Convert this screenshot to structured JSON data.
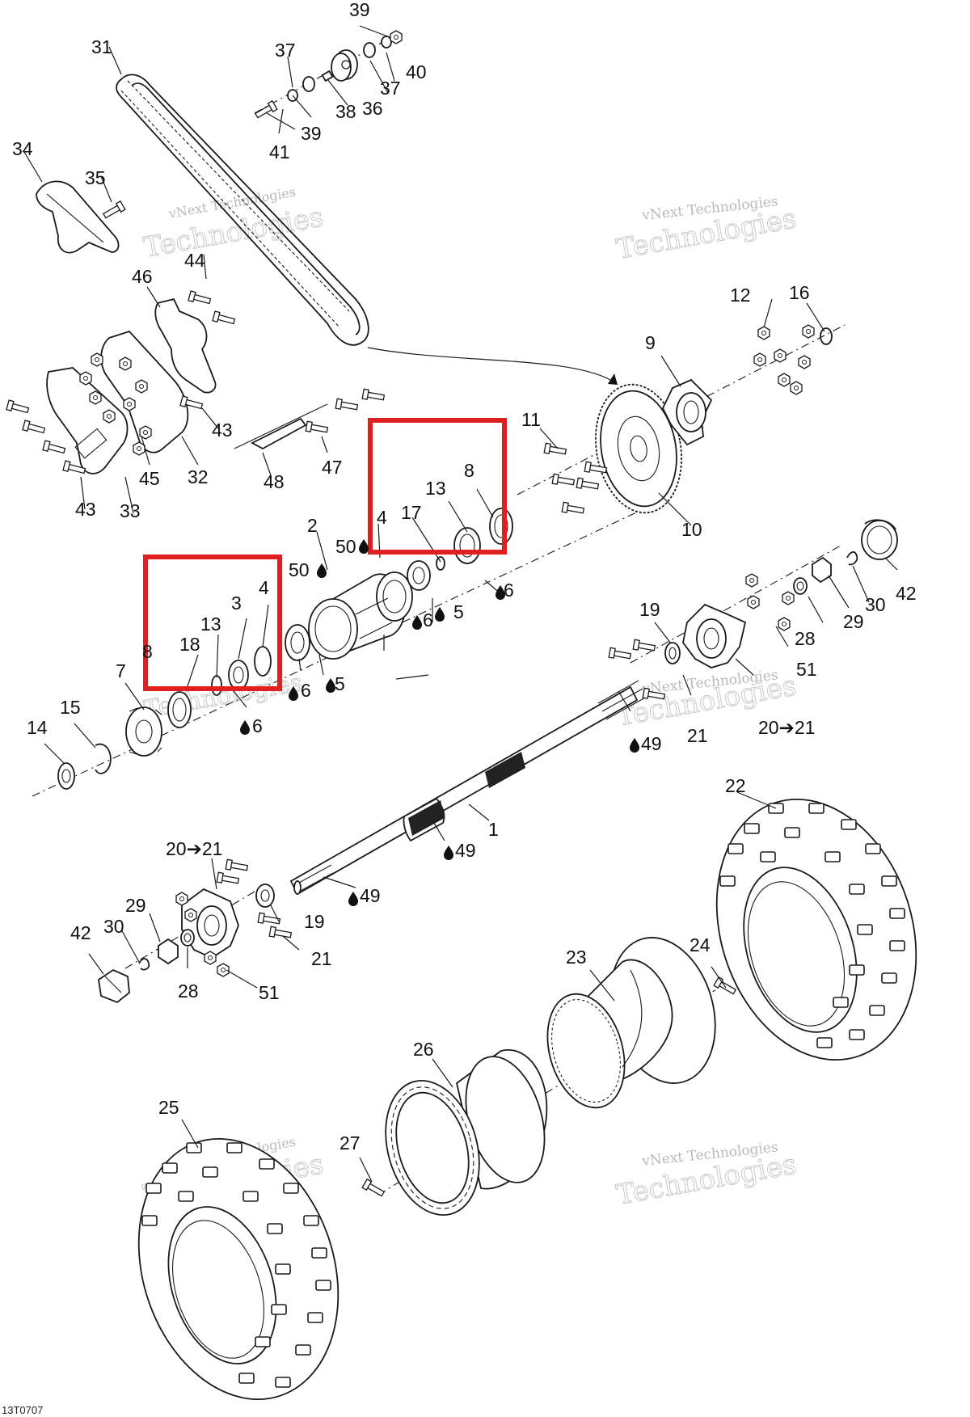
{
  "diagram": {
    "drawing_code": "13T0707",
    "watermark": {
      "line1": "vNext Technologies",
      "line2": "Technologies",
      "line3": "vNext"
    },
    "labels": {
      "l1": "1",
      "l2": "2",
      "l3": "3",
      "l4a": "4",
      "l4b": "4",
      "l5a": "5",
      "l5b": "5",
      "l6a": "6",
      "l6b": "6",
      "l6c": "6",
      "l6d": "6",
      "l7": "7",
      "l8a": "8",
      "l8b": "8",
      "l9": "9",
      "l10": "10",
      "l11": "11",
      "l12": "12",
      "l13a": "13",
      "l13b": "13",
      "l14": "14",
      "l15": "15",
      "l16": "16",
      "l17": "17",
      "l18": "18",
      "l19a": "19",
      "l19b": "19",
      "l20a": "20➔21",
      "l20b": "20➔21",
      "l21a": "21",
      "l21b": "21",
      "l22": "22",
      "l23": "23",
      "l24": "24",
      "l25": "25",
      "l26": "26",
      "l27": "27",
      "l28a": "28",
      "l28b": "28",
      "l29a": "29",
      "l29b": "29",
      "l30a": "30",
      "l30b": "30",
      "l31": "31",
      "l32": "32",
      "l33": "33",
      "l34": "34",
      "l35": "35",
      "l36": "36",
      "l37a": "37",
      "l37b": "37",
      "l38": "38",
      "l39a": "39",
      "l39b": "39",
      "l40": "40",
      "l41": "41",
      "l42a": "42",
      "l42b": "42",
      "l43a": "43",
      "l43b": "43",
      "l44": "44",
      "l45": "45",
      "l46": "46",
      "l47": "47",
      "l48": "48",
      "l49a": "49",
      "l49b": "49",
      "l49c": "49",
      "l50a": "50",
      "l50b": "50",
      "l51a": "51",
      "l51b": "51"
    }
  }
}
